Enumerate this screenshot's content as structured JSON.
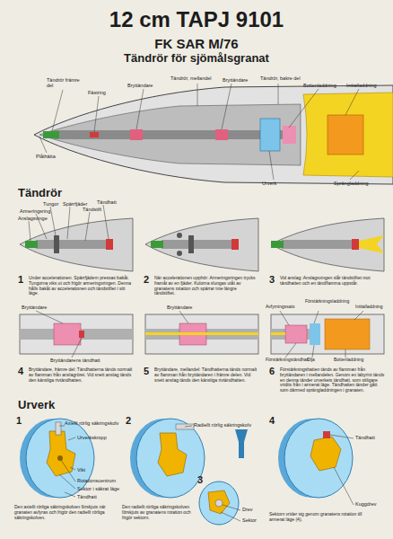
{
  "diagram": {
    "title": "12 cm TAPJ 9101",
    "labels": [
      "FK SAR M/76",
      "Tändrör för sjömålsgranat",
      "Tändrör främre del",
      "Fästring",
      "Bryttändare",
      "Tändrör, mellandel",
      "Bryttändare",
      "Tändrör, bakre del",
      "Bottenladdning",
      "Initialladdning",
      "Plåthätta",
      "Urverk",
      "Sprängladdning",
      "Tändrör",
      "Tungor",
      "Spärrfjäder",
      "Tändhatt",
      "Armeringsring",
      "Tändstift",
      "Anslagsvinge",
      "1",
      "Under accelerationen. Spärrfjädern pressas bakåt. Tungorna viks ut och frigör armeringsringen. Denna hålls bakåt av accelerationen och tändstiftet i sitt läge.",
      "2",
      "När accelerationen upphör: Armeringsringen trycks framåt av en fjäder. Kulorna slungas utåt av granatens rotation och spärrar inte längre tändstiftet.",
      "3",
      "Vid anslag: Anslagsvingen slår tändstiftet mot tändhatten och en tändflamma uppstår.",
      "Bryttändare",
      "Bryttändarens tändhatt",
      "Bryttändare",
      "Avfyrningssats",
      "Förstärkningsladdning",
      "Initialladdning",
      "Förstärkningständhatt",
      "Olja",
      "Bottenladdning",
      "4",
      "Bryttändare, främre del: Tändhatterna tänds normalt av flamman från anslagröret. Vid snett anslag tänds den känsliga rivtändhatten.",
      "5",
      "Bryttändare, mellandel: Tändhatterna tänds normalt av flamman från bryttändaren i främre delen. Vid snett anslag tänds den känsliga rivtändhatten.",
      "6",
      "Förstärkningshatten tänds av flamman från bryttändaren i mellandelen. Genom en labyrint tänds en denna tänder urverkets tändhatt, som stiligare vridits från i armerat läge. Tändhatten tänder gått som därmed sprängladdningen i granaten.",
      "Urverk",
      "1",
      "Axiellt rörlig säkringskolv",
      "Urverkskropp",
      "Vikt",
      "Rotationscentrum",
      "Sektor i säkrat läge",
      "Tändhatt",
      "Den axiellt rörliga säkringskolven förskjuts när granaten avfyras och frigör den radiellt rörliga säkringskolven.",
      "2",
      "Radiellt rörlig säkringskolv",
      "Den radiellt rörliga säkringskolven förskjuts av granatens rotation och frigör sektorn.",
      "3",
      "Drev",
      "Sektor",
      "4",
      "Tändhatt",
      "Kuggdrev",
      "Sektorn vrider sig genom granatens rotation till armerat läge (4)."
    ]
  }
}
